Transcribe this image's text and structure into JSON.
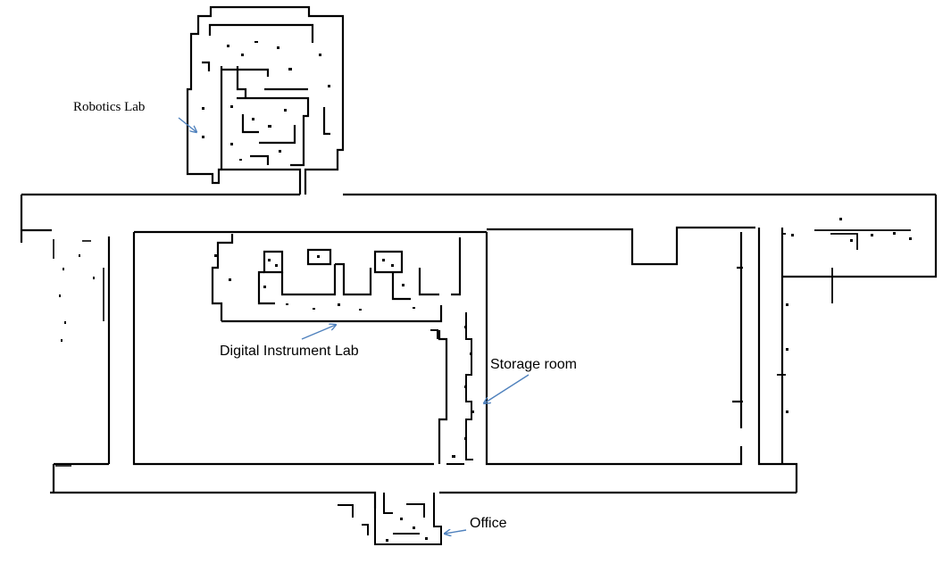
{
  "map": {
    "labels": {
      "robotics_lab": "Robotics Lab",
      "digital_instrument_lab": "Digital Instrument Lab",
      "storage_room": "Storage room",
      "office": "Office"
    },
    "colors": {
      "background": "#ffffff",
      "wall": "#000000",
      "arrow": "#4f81bd",
      "label_text": "#000000"
    }
  }
}
